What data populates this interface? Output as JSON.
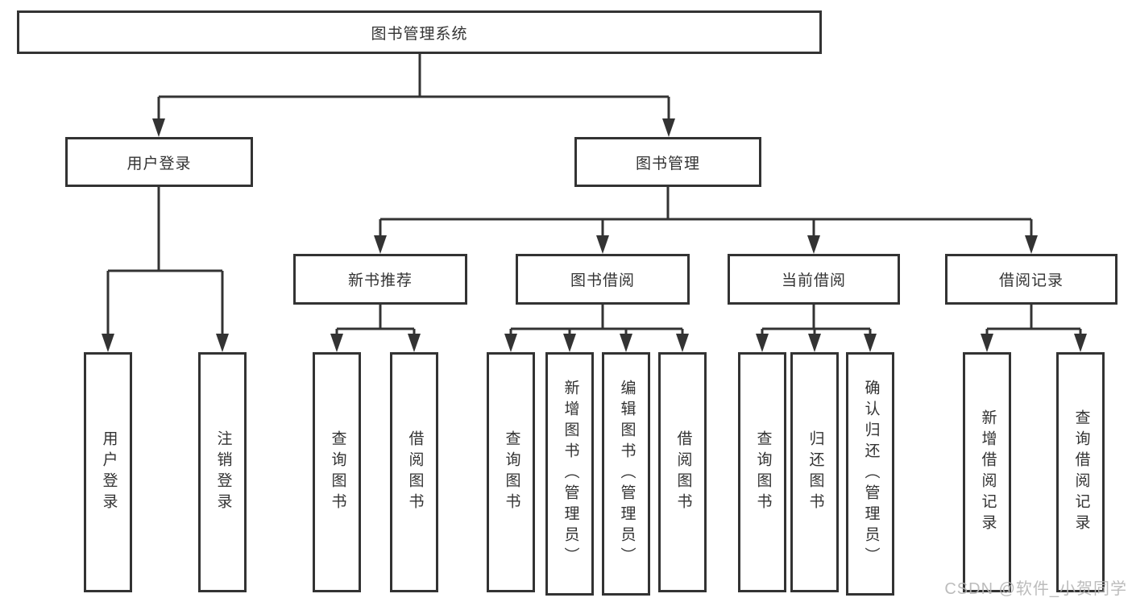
{
  "tree": {
    "root_label": "图书管理系统",
    "branches": [
      {
        "label": "用户登录",
        "leaves": [
          "用户登录",
          "注销登录"
        ]
      },
      {
        "label": "图书管理",
        "subbranches": [
          {
            "label": "新书推荐",
            "leaves": [
              "查询图书",
              "借阅图书"
            ]
          },
          {
            "label": "图书借阅",
            "leaves": [
              "查询图书",
              "新增图书（管理员）",
              "编辑图书（管理员）",
              "借阅图书"
            ]
          },
          {
            "label": "当前借阅",
            "leaves": [
              "查询图书",
              "归还图书",
              "确认归还（管理员）"
            ]
          },
          {
            "label": "借阅记录",
            "leaves": [
              "新增借阅记录",
              "查询借阅记录"
            ]
          }
        ]
      }
    ]
  },
  "watermark": {
    "text": "CSDN @软件_小贺同学"
  },
  "colors": {
    "line": "#333333",
    "text": "#333333",
    "box_background": "#ffffff",
    "page_background": "#ffffff",
    "watermark": "#b5b5b5"
  }
}
